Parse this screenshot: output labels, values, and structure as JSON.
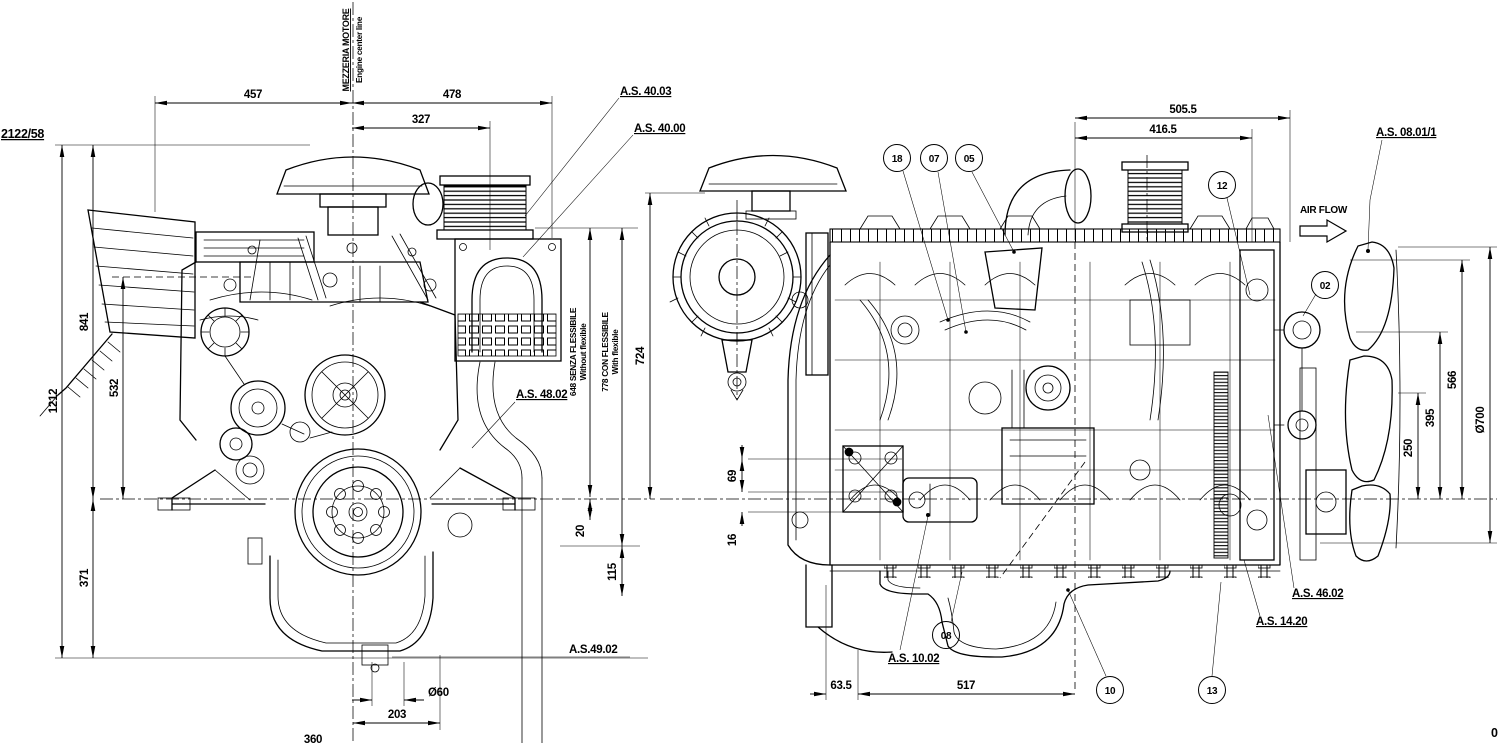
{
  "drawing": {
    "ref_number": "2122/58",
    "engine_centerline_it": "MEZZERIA MOTORE",
    "engine_centerline_en": "Engine center line",
    "air_flow": "AIR FLOW",
    "corner_fragment": "0"
  },
  "front_view": {
    "dim_457": "457",
    "dim_478": "478",
    "dim_327": "327",
    "dim_1212": "1212",
    "dim_841": "841",
    "dim_532": "532",
    "dim_371": "371",
    "dim_648_it": "648 SENZA FLESSIBILE",
    "dim_648_en": "Without flexible",
    "dim_778_it": "778 CON FLESSIBILE",
    "dim_778_en": "With flexible",
    "dim_20": "20",
    "dim_115": "115",
    "dim_203": "203",
    "dim_d60": "Ø60",
    "dim_360_partial": "360",
    "label_as_4003": "A.S. 40.03",
    "label_as_4000": "A.S. 40.00",
    "label_as_4802": "A.S. 48.02",
    "label_as_4902": "A.S.49.02"
  },
  "side_view": {
    "dim_505_5": "505.5",
    "dim_416_5": "416.5",
    "dim_724": "724",
    "dim_69": "69",
    "dim_16": "16",
    "dim_63_5": "63.5",
    "dim_517": "517",
    "dim_566": "566",
    "dim_395": "395",
    "dim_250": "250",
    "dim_d700": "Ø700",
    "label_as_0801_1": "A.S. 08.01/1",
    "label_as_4602": "A.S. 46.02",
    "label_as_1420": "A.S. 14.20",
    "label_as_1002": "A.S. 10.02",
    "callout_18": "18",
    "callout_07": "07",
    "callout_05": "05",
    "callout_12": "12",
    "callout_02": "02",
    "callout_08": "08",
    "callout_10": "10",
    "callout_13": "13"
  }
}
